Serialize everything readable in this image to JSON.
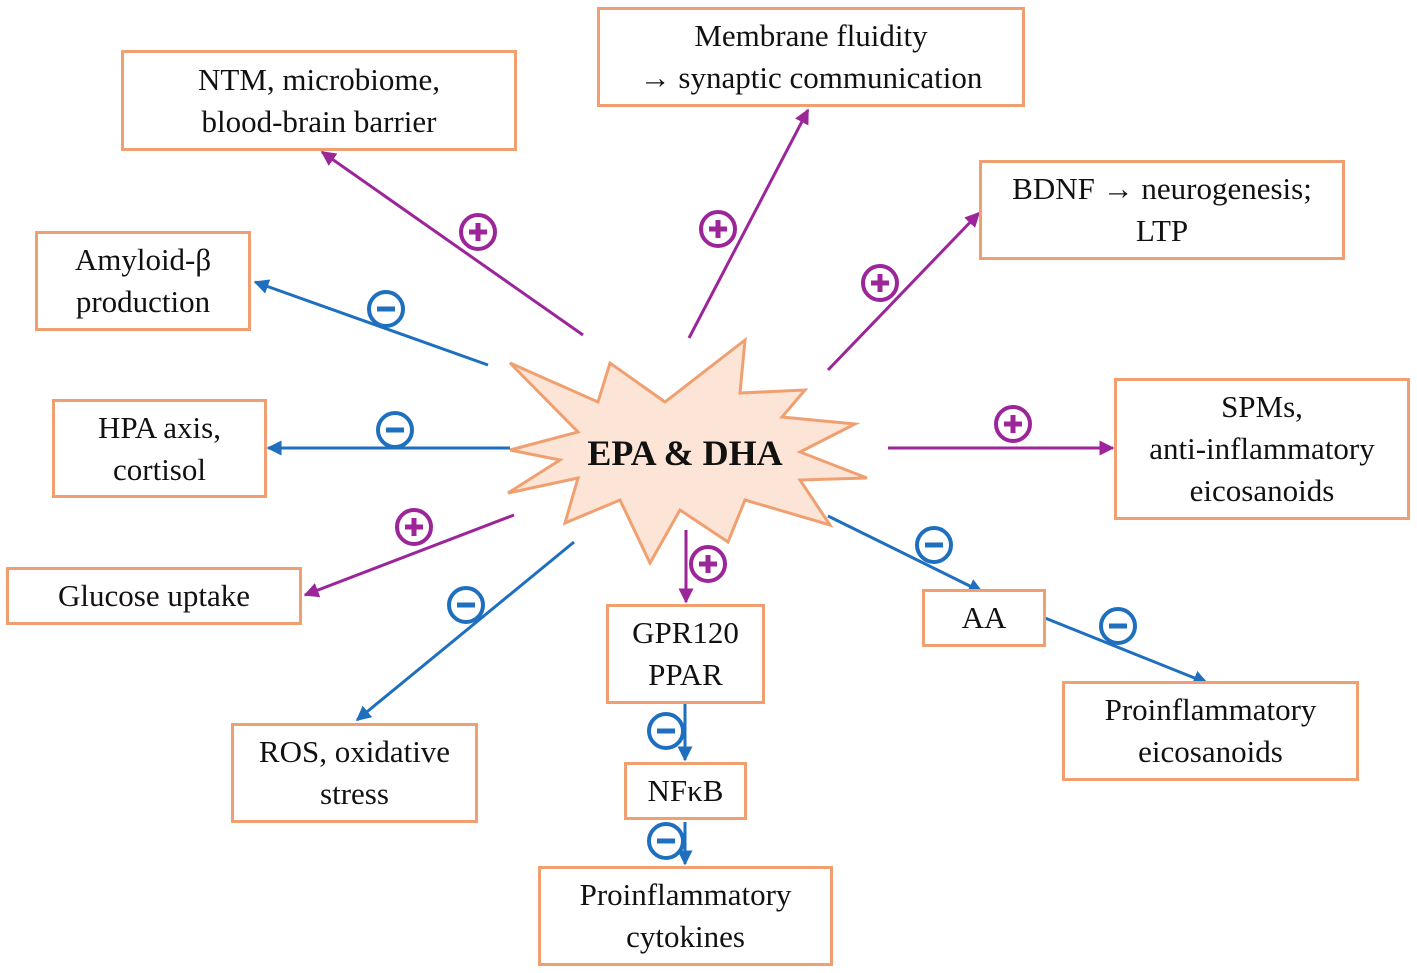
{
  "diagram": {
    "center": {
      "label": "EPA & DHA",
      "fill": "#FCE4D6",
      "stroke": "#F0A070"
    },
    "colors": {
      "box_border": "#F0A070",
      "increase": "#9B2599",
      "decrease": "#1F6FBF"
    },
    "nodes": [
      {
        "id": "ntm",
        "lines": [
          "NTM, microbiome,",
          "blood-brain barrier"
        ]
      },
      {
        "id": "membrane",
        "lines": [
          "Membrane fluidity",
          "→ synaptic communication"
        ]
      },
      {
        "id": "bdnf",
        "lines": [
          "BDNF → neurogenesis;",
          "LTP"
        ]
      },
      {
        "id": "amyloid",
        "lines": [
          "Amyloid-β",
          "production"
        ]
      },
      {
        "id": "hpa",
        "lines": [
          "HPA axis,",
          "cortisol"
        ]
      },
      {
        "id": "spms",
        "lines": [
          "SPMs,",
          "anti-inflammatory",
          "eicosanoids"
        ]
      },
      {
        "id": "glucose",
        "lines": [
          "Glucose uptake"
        ]
      },
      {
        "id": "gpr120",
        "lines": [
          "GPR120",
          "PPAR"
        ]
      },
      {
        "id": "aa",
        "lines": [
          "AA"
        ]
      },
      {
        "id": "proinflam-eico",
        "lines": [
          "Proinflammatory",
          "eicosanoids"
        ]
      },
      {
        "id": "ros",
        "lines": [
          "ROS, oxidative",
          "stress"
        ]
      },
      {
        "id": "nfkb",
        "lines": [
          "NFκB"
        ]
      },
      {
        "id": "cytokines",
        "lines": [
          "Proinflammatory",
          "cytokines"
        ]
      }
    ],
    "edges": [
      {
        "from": "EPA & DHA",
        "to": "ntm",
        "effect": "increase",
        "sign": "+"
      },
      {
        "from": "EPA & DHA",
        "to": "membrane",
        "effect": "increase",
        "sign": "+"
      },
      {
        "from": "EPA & DHA",
        "to": "bdnf",
        "effect": "increase",
        "sign": "+"
      },
      {
        "from": "EPA & DHA",
        "to": "amyloid",
        "effect": "decrease",
        "sign": "−"
      },
      {
        "from": "EPA & DHA",
        "to": "hpa",
        "effect": "decrease",
        "sign": "−"
      },
      {
        "from": "EPA & DHA",
        "to": "spms",
        "effect": "increase",
        "sign": "+"
      },
      {
        "from": "EPA & DHA",
        "to": "glucose",
        "effect": "increase",
        "sign": "+"
      },
      {
        "from": "EPA & DHA",
        "to": "ros",
        "effect": "decrease",
        "sign": "−"
      },
      {
        "from": "EPA & DHA",
        "to": "gpr120",
        "effect": "increase",
        "sign": "+"
      },
      {
        "from": "EPA & DHA",
        "to": "aa",
        "effect": "decrease",
        "sign": "−"
      },
      {
        "from": "aa",
        "to": "proinflam-eico",
        "effect": "decrease",
        "sign": "−"
      },
      {
        "from": "gpr120",
        "to": "nfkb",
        "effect": "decrease",
        "sign": "−"
      },
      {
        "from": "nfkb",
        "to": "cytokines",
        "effect": "decrease",
        "sign": "−"
      }
    ]
  }
}
